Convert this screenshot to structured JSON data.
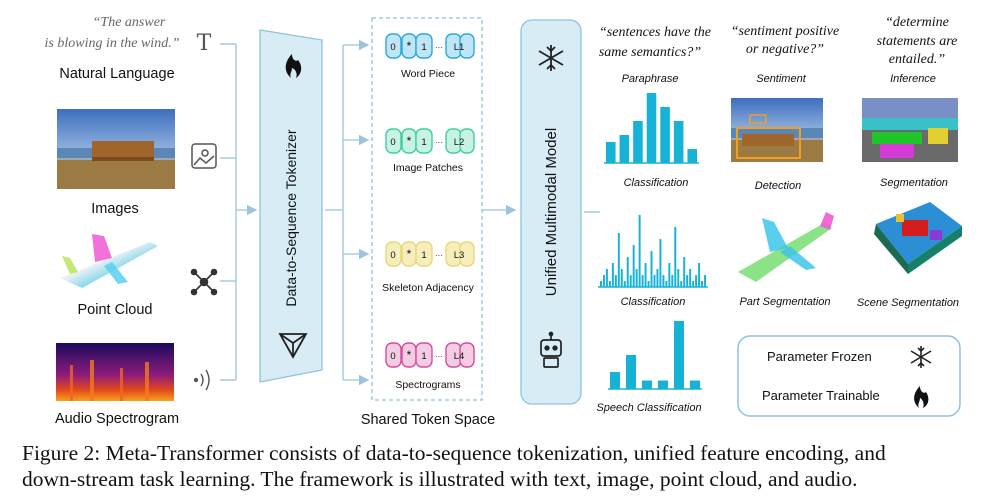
{
  "inputs": {
    "quote_line1": "“The answer",
    "quote_line2": "is blowing in the wind.”",
    "natural_language": "Natural Language",
    "images": "Images",
    "point_cloud": "Point Cloud",
    "audio": "Audio Spectrogram"
  },
  "tokenizer": {
    "label": "Data-to-Sequence Tokenizer"
  },
  "token_space": {
    "title": "Shared Token Space",
    "rows": [
      {
        "label": "Word Piece",
        "t0": "0",
        "t1": "1",
        "dots": "···",
        "tl": "L1",
        "star": "*"
      },
      {
        "label": "Image Patches",
        "t0": "0",
        "t1": "1",
        "dots": "···",
        "tl": "L2",
        "star": "*"
      },
      {
        "label": "Skeleton Adjacency",
        "t0": "0",
        "t1": "1",
        "dots": "···",
        "tl": "L3",
        "star": "*"
      },
      {
        "label": "Spectrograms",
        "t0": "0",
        "t1": "1",
        "dots": "···",
        "tl": "L4",
        "star": "*"
      }
    ]
  },
  "model": {
    "label": "Unified Multimodal Model"
  },
  "tasks": {
    "q1_line1": "“sentences have the",
    "q1_line2": "same semantics?”",
    "q2_line1": "“sentiment positive",
    "q2_line2": "or negative?”",
    "q3_line1": "“determine",
    "q3_line2": "statements are",
    "q3_line3": "entailed.”",
    "paraphrase": "Paraphrase",
    "sentiment": "Sentiment",
    "inference": "Inference",
    "classification1": "Classification",
    "detection": "Detection",
    "segmentation": "Segmentation",
    "classification2": "Classification",
    "part_seg": "Part Segmentation",
    "scene_seg": "Scene Segmentation",
    "speech": "Speech Classification"
  },
  "legend": {
    "frozen": "Parameter Frozen",
    "trainable": "Parameter Trainable"
  },
  "colors": {
    "accent": "#17b3d6",
    "panel": "#d8ecf6",
    "panel_stroke": "#8fc3dd",
    "arrow": "#9cc4dc",
    "word": "#29a9dd",
    "patch": "#3fcf9f",
    "skeleton": "#e9d77a",
    "spectro": "#d44d9d"
  },
  "chart_data": [
    {
      "type": "bar",
      "name_ref": "paraphrase",
      "values": [
        3,
        4,
        6,
        10,
        8,
        6,
        2
      ]
    },
    {
      "type": "bar",
      "name_ref": "classification2",
      "values": [
        1,
        2,
        3,
        1,
        4,
        2,
        9,
        3,
        1,
        5,
        2,
        7,
        3,
        12,
        2,
        4,
        1,
        6,
        2,
        3,
        8,
        2,
        1,
        4,
        2,
        10,
        3,
        1,
        5,
        2,
        3,
        1,
        2,
        4,
        1,
        2
      ]
    },
    {
      "type": "bar",
      "name_ref": "speech",
      "values": [
        2,
        4,
        1,
        1,
        8,
        1
      ]
    }
  ]
}
